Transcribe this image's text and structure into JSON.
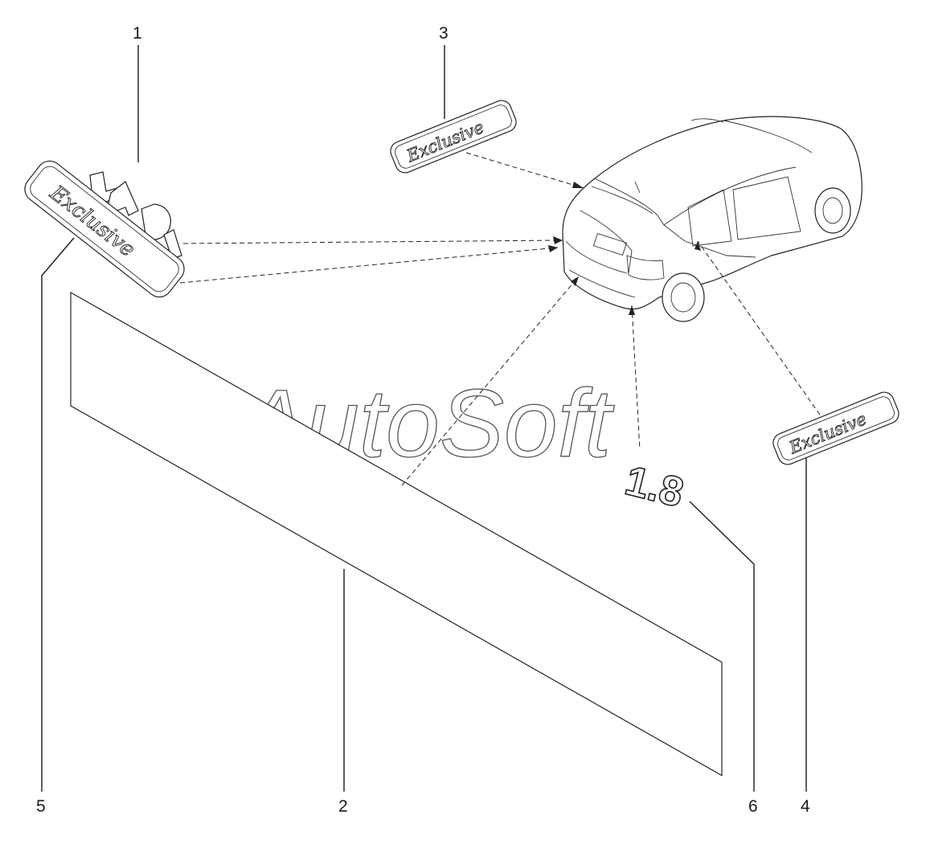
{
  "callouts": [
    {
      "id": "c1",
      "label": "1"
    },
    {
      "id": "c2",
      "label": "2"
    },
    {
      "id": "c3",
      "label": "3"
    },
    {
      "id": "c4",
      "label": "4"
    },
    {
      "id": "c5",
      "label": "5"
    },
    {
      "id": "c6",
      "label": "6"
    }
  ],
  "badges": {
    "exclusive_text": "Exclusive",
    "engine_text": "1.8"
  },
  "watermark": "AutoSoft"
}
